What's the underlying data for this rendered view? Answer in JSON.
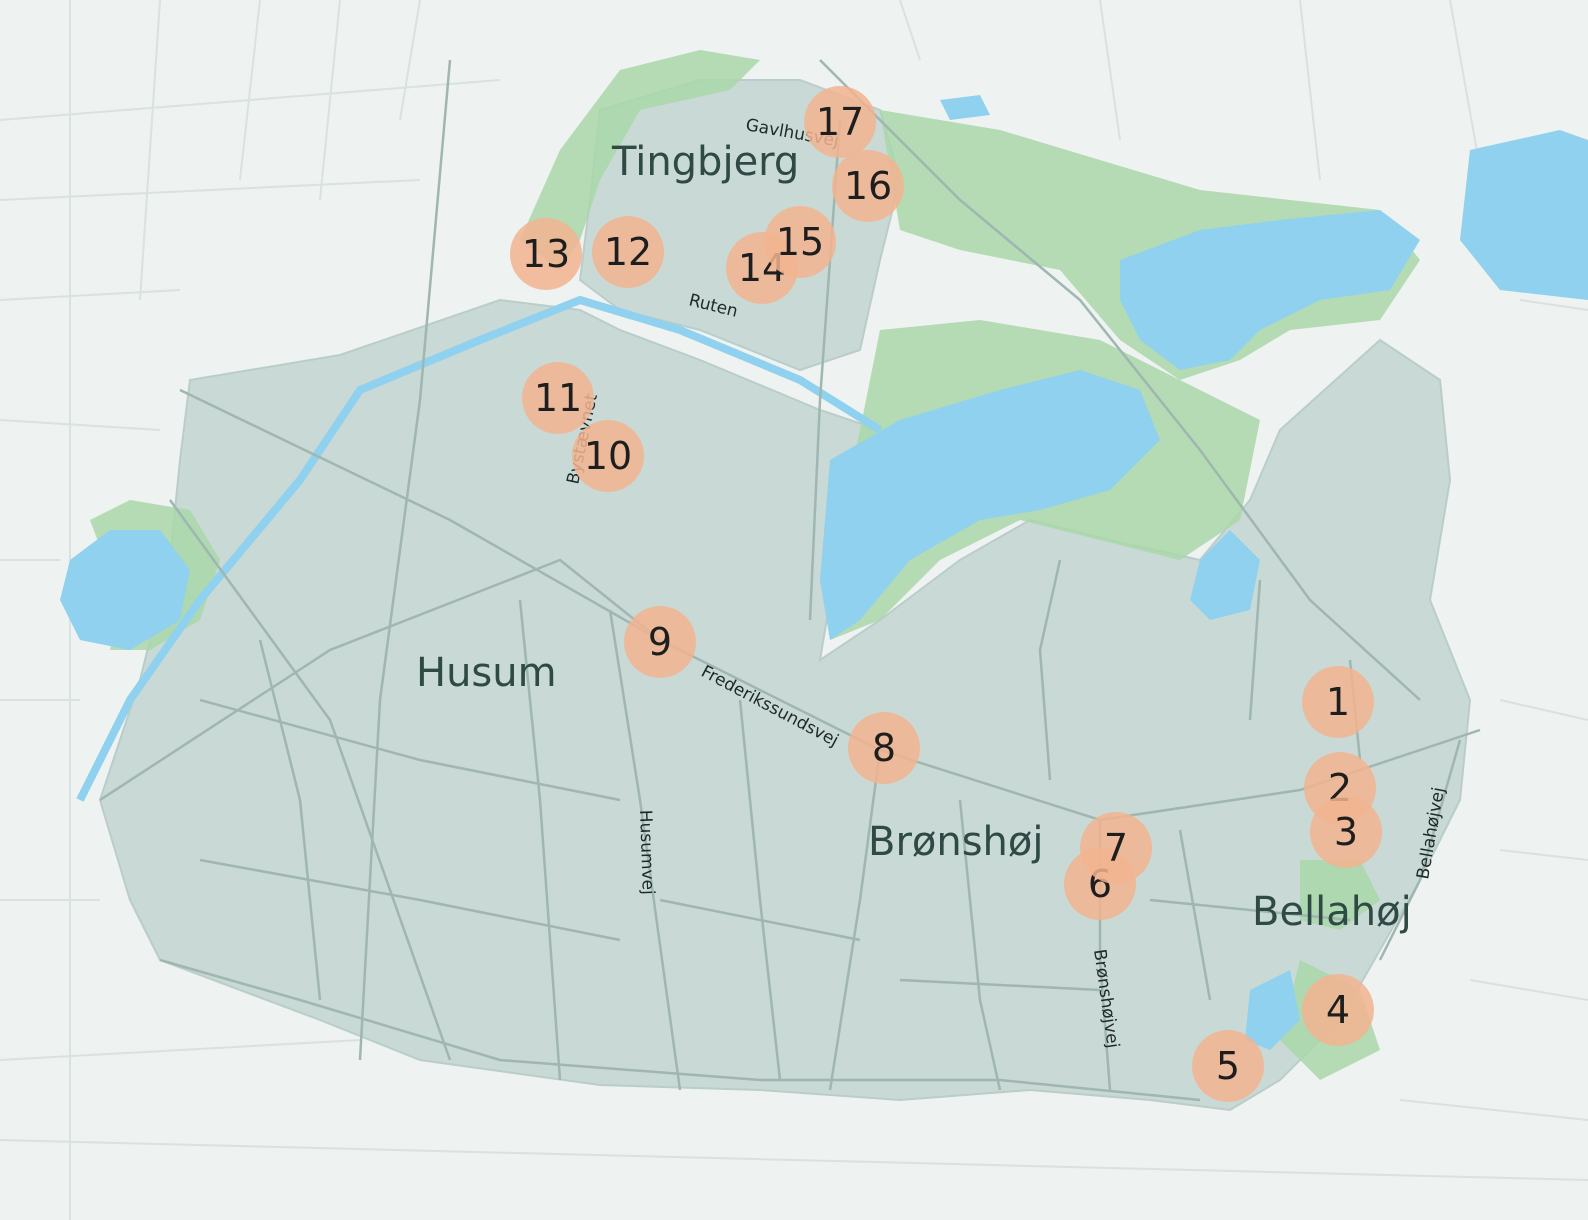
{
  "colors": {
    "background": "#eef2f1",
    "area_fill": "#c9d9d6",
    "road": "#9fb6b1",
    "green": "#a9d7a8",
    "water": "#8fd1ee",
    "marker": "#f2b48f",
    "label": "#2f4a45"
  },
  "districts": [
    "Tingbjerg",
    "Husum",
    "Brønshøj",
    "Bellahøj"
  ],
  "streets": [
    "Gavlhusvej",
    "Ruten",
    "Bystævnet",
    "Frederikssundsvej",
    "Husumvej",
    "Brønshøjvej",
    "Bellahøjvej"
  ],
  "markers": [
    "1",
    "2",
    "3",
    "4",
    "5",
    "6",
    "7",
    "8",
    "9",
    "10",
    "11",
    "12",
    "13",
    "14",
    "15",
    "16",
    "17"
  ]
}
